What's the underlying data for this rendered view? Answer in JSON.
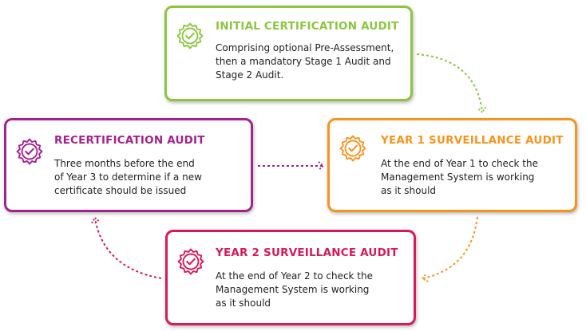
{
  "colors": {
    "initial": "#8cc63f",
    "year1": "#f7941d",
    "year2": "#d7195a",
    "recert": "#a3238e"
  },
  "cards": {
    "initial": {
      "title": "INITIAL CERTIFICATION AUDIT",
      "lines": [
        "Comprising optional Pre-Assessment,",
        "then a mandatory Stage 1 Audit and",
        "Stage 2 Audit."
      ]
    },
    "year1": {
      "title": "YEAR 1 SURVEILLANCE AUDIT",
      "lines": [
        "At the end of Year 1 to check the",
        "Management System is working",
        "as it should"
      ]
    },
    "year2": {
      "title": "YEAR 2 SURVEILLANCE AUDIT",
      "lines": [
        "At the end of Year 2 to check the",
        "Management System is working",
        "as it should"
      ]
    },
    "recert": {
      "title": "RECERTIFICATION AUDIT",
      "lines": [
        "Three months before the end",
        "of Year 3 to determine if a new",
        "certificate should be issued"
      ]
    }
  },
  "icon": "certified-seal-checkmark-icon"
}
